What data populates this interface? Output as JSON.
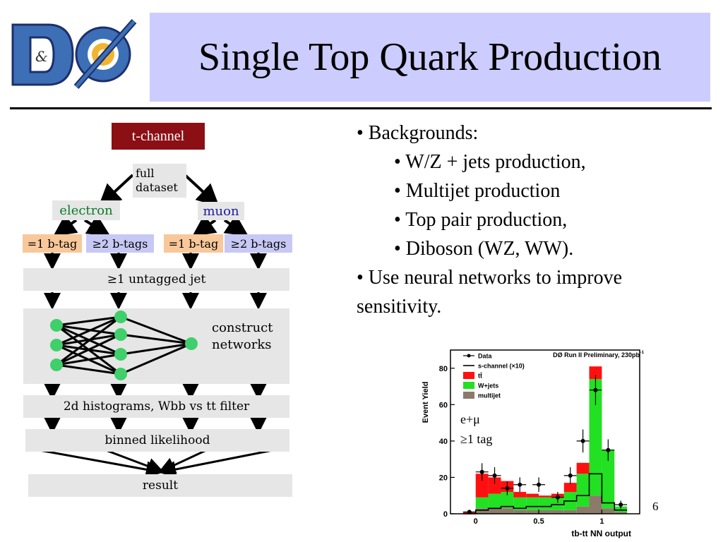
{
  "slide": {
    "title": "Single Top Quark Production",
    "page_number": "6"
  },
  "logo": {
    "text": "DØ",
    "colors": {
      "letters": "#3c6fb5",
      "flame": "#f2b330",
      "outline": "#1d2f6b"
    }
  },
  "flowchart": {
    "channel_label": "t-channel",
    "dataset_label_line1": "full",
    "dataset_label_line2": "dataset",
    "electron_label": "electron",
    "muon_label": "muon",
    "tag_one": "=1 b-tag",
    "tag_two": "≥2 b-tags",
    "untagged_label": "≥1 untagged jet",
    "construct_label_line1": "construct",
    "construct_label_line2": "networks",
    "histograms_label": "2d histograms, Wbb vs tt filter",
    "likelihood_label": "binned likelihood",
    "result_label": "result",
    "colors": {
      "channel_bg": "#8b0f14",
      "tag_one_bg": "#f8c89a",
      "tag_two_bg": "#c8c8f5",
      "gray_bg": "#e6e6e6",
      "electron_text": "#0a7a2a",
      "muon_text": "#1c1c9c",
      "node": "#3fcf6b"
    }
  },
  "bullets": {
    "backgrounds": "• Backgrounds:",
    "items": [
      "• W/Z + jets production,",
      "• Multijet production",
      "• Top pair production,",
      "• Diboson (WZ, WW)."
    ],
    "nn_line1": "• Use neural networks to improve",
    "nn_line2": "sensitivity."
  },
  "chart_data": {
    "type": "bar",
    "title": "DØ Run II Preliminary, 230pb",
    "title_superscript": "-1",
    "xlabel": "tb-tt NN output",
    "ylabel": "Event Yield",
    "xlim": [
      -0.2,
      1.3
    ],
    "ylim": [
      0,
      90
    ],
    "xticks": [
      "0",
      "0.5",
      "1"
    ],
    "yticks": [
      "0",
      "20",
      "40",
      "60",
      "80"
    ],
    "annotations": [
      "e+μ",
      "≥1 tag"
    ],
    "legend": [
      "Data",
      "s-channel (×10)",
      "tt̄",
      "W+jets",
      "multijet"
    ],
    "legend_position": "top-left",
    "bin_edges": [
      -0.1,
      0.0,
      0.1,
      0.2,
      0.3,
      0.4,
      0.5,
      0.6,
      0.7,
      0.8,
      0.9,
      1.0,
      1.1,
      1.2
    ],
    "series": [
      {
        "name": "multijet",
        "color": "#8c7a6b",
        "values": [
          0,
          3,
          3,
          3,
          2,
          2,
          2,
          2,
          2,
          4,
          10,
          3,
          1
        ]
      },
      {
        "name": "W+jets",
        "color": "#22e022",
        "values": [
          0,
          6,
          8,
          9,
          7,
          7,
          7,
          7,
          10,
          18,
          64,
          32,
          3
        ]
      },
      {
        "name": "tt̄",
        "color": "#ff1010",
        "values": [
          1,
          13,
          9,
          6,
          3,
          2,
          1,
          2,
          5,
          6,
          7,
          0,
          0
        ]
      }
    ],
    "s_channel": [
      0,
      2,
      3,
      4,
      3,
      4,
      4,
      5,
      7,
      10,
      22,
      6,
      2
    ],
    "data_points": {
      "x": [
        -0.05,
        0.05,
        0.15,
        0.25,
        0.35,
        0.5,
        0.65,
        0.75,
        0.85,
        0.95,
        1.05,
        1.15
      ],
      "y": [
        1,
        23,
        21,
        14,
        16,
        16,
        9,
        21,
        40,
        68,
        35,
        5
      ]
    }
  }
}
